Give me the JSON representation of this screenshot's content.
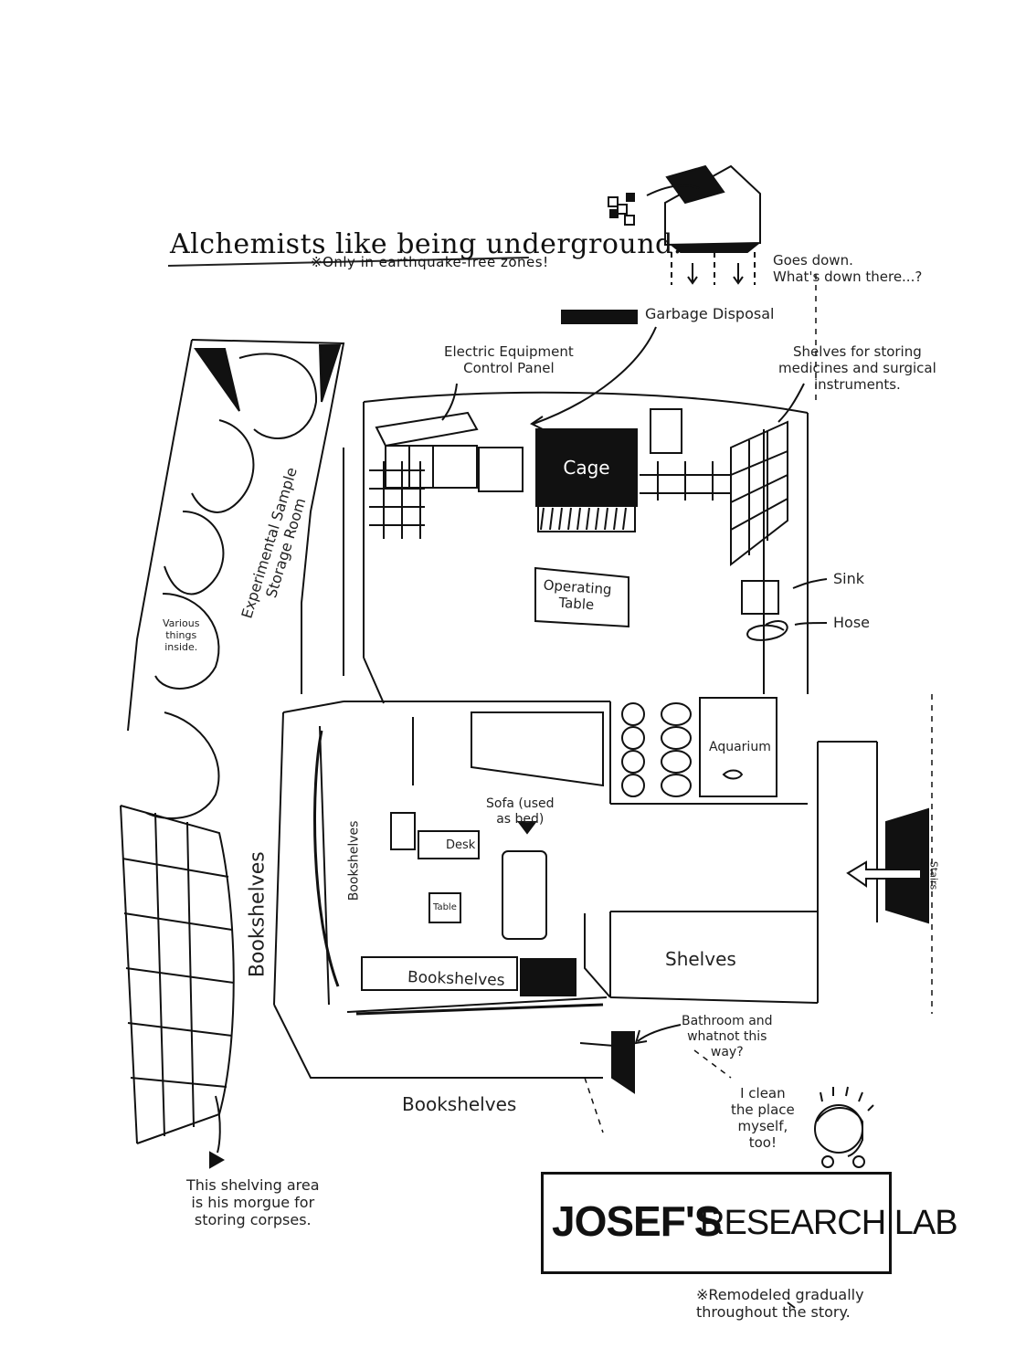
{
  "title": "Alchemists like being underground.",
  "subtitle": "※Only in earthquake-free zones!",
  "labels": {
    "goes_down": "Goes down.\nWhat's down there...?",
    "garbage_disposal": "Garbage Disposal",
    "control_panel": "Electric Equipment\nControl Panel",
    "shelves_storing": "Shelves for storing\nmedicines and surgical\ninstruments.",
    "cage": "Cage",
    "sample_room": "Experimental Sample\nStorage Room",
    "various": "Various\nthings\ninside.",
    "operating_table": "Operating\nTable",
    "sink": "Sink",
    "hose": "Hose",
    "aquarium": "Aquarium",
    "sofa": "Sofa (used\nas bed)",
    "desk": "Desk",
    "table": "Table",
    "bookshelves_left": "Bookshelves",
    "bookshelves_inner": "Bookshelves",
    "bookshelves_bottom_inner": "Bookshelves",
    "bookshelves_bottom": "Bookshelves",
    "shelves": "Shelves",
    "stairs": "Stairs",
    "bathroom": "Bathroom and\nwhatnot this\nway?",
    "clean": "I clean\nthe place\nmyself,\ntoo!",
    "morgue": "This shelving area\nis his morgue for\nstoring corpses."
  },
  "lab_title_bold": "JOSEF'S",
  "lab_title_rest": "RESEARCH LAB",
  "note": "※Remodeled gradually\nthroughout the story."
}
